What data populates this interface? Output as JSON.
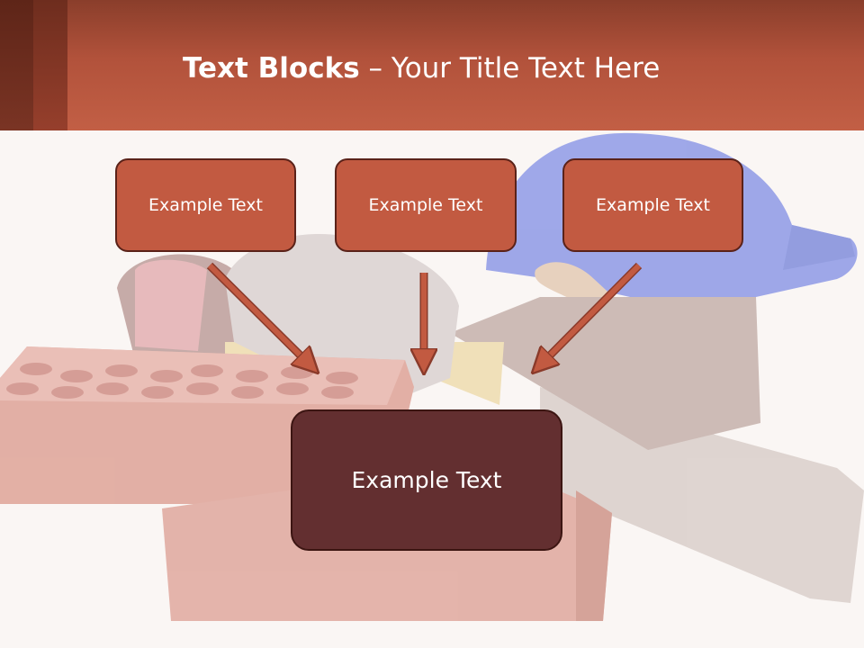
{
  "slide": {
    "title_bold": "Text Blocks",
    "title_separator": "–",
    "title_rest": "Your Title Text Here"
  },
  "boxes": {
    "top_left": "Example Text",
    "top_center": "Example Text",
    "top_right": "Example Text",
    "main": "Example Text"
  },
  "colors": {
    "header": "#c25f45",
    "box_fill": "#c25a41",
    "main_box_fill": "#632f30",
    "arrow": "#c25a41"
  },
  "icons": {
    "background": "construction-tools-image"
  }
}
